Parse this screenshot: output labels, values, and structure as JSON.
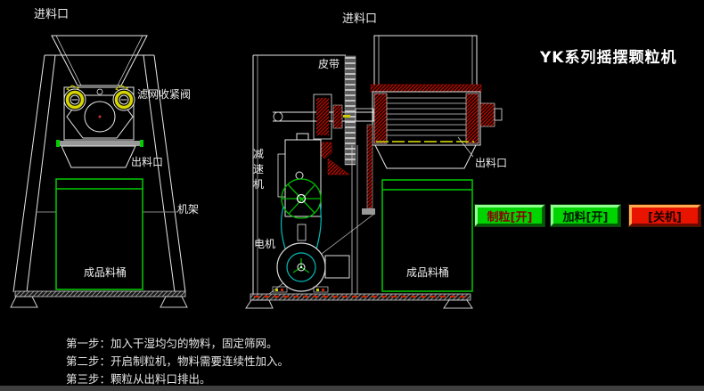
{
  "title": "YK系列摇摆颗粒机",
  "front_view": {
    "labels": {
      "inlet": "进料口",
      "screen_valve": "滤网收紧阀",
      "outlet": "出料口",
      "frame": "机架",
      "barrel": "成品料桶"
    }
  },
  "side_view": {
    "labels": {
      "inlet": "进料口",
      "belt": "皮带",
      "reducer": "减速机",
      "motor": "电机",
      "outlet": "出料口",
      "barrel": "成品料桶"
    }
  },
  "controls": {
    "granulate_button": "制粒[开]",
    "feed_button": "加料[开]",
    "shutdown_button": "[关机]"
  },
  "instructions": {
    "steps": [
      "第一步：加入干湿均匀的物料，固定筛网。",
      "第二步：开启制粒机，物料需要连续性加入。",
      "第三步：颗粒从出料口排出。"
    ]
  },
  "colors": {
    "line": "#ffffff",
    "hatch_red": "#cc1100",
    "accent_green": "#00cc00",
    "screen_yellow": "#aaaa00",
    "belt_cyan": "#00bbbb",
    "button_green": "#00d400",
    "button_red": "#e81400"
  }
}
